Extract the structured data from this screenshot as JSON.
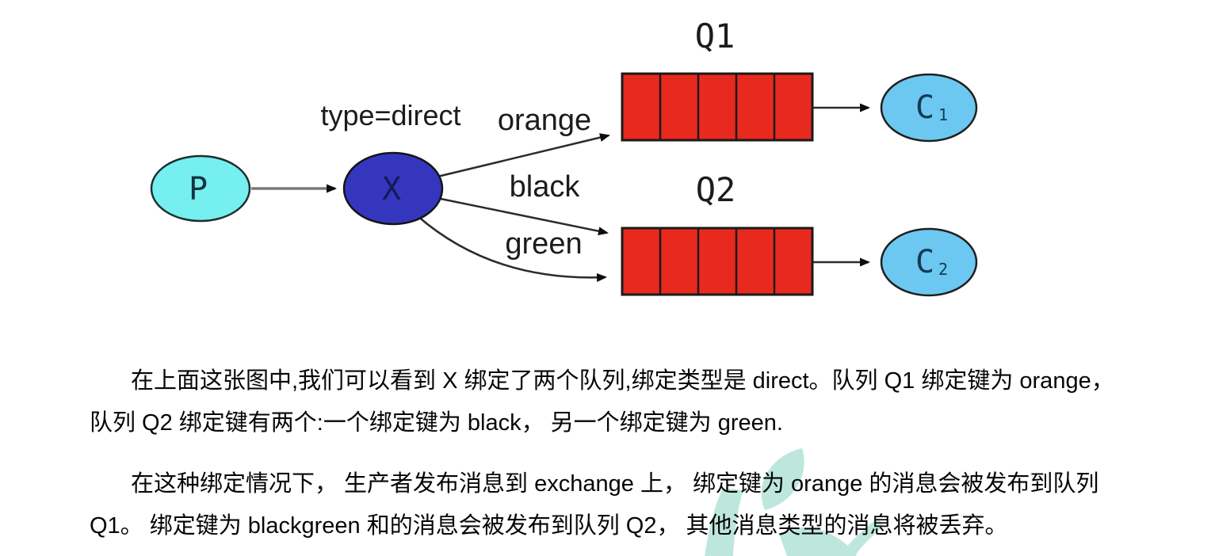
{
  "figure": {
    "producer": {
      "label": "P"
    },
    "exchange": {
      "label": "X",
      "type_label": "type=direct"
    },
    "bindings": {
      "orange": "orange",
      "black": "black",
      "green": "green"
    },
    "queue1": {
      "label": "Q1"
    },
    "queue2": {
      "label": "Q2"
    },
    "consumer1": {
      "label": "C",
      "subscript": "1"
    },
    "consumer2": {
      "label": "C",
      "subscript": "2"
    },
    "colors": {
      "producer_fill": "#75EFEF",
      "exchange_fill": "#3437BE",
      "queue_fill": "#E8291E",
      "consumer_fill": "#6CC8F0",
      "watermark": "#BDE7DD"
    }
  },
  "text": {
    "para1_line1": "在上面这张图中,我们可以看到 X 绑定了两个队列,绑定类型是 direct。队列 Q1 绑定键为 orange，",
    "para1_line2": "队列 Q2 绑定键有两个:一个绑定键为 black， 另一个绑定键为 green.",
    "para2_line1": "在这种绑定情况下， 生产者发布消息到 exchange 上， 绑定键为 orange 的消息会被发布到队列",
    "para2_line2": "Q1。 绑定键为 blackgreen 和的消息会被发布到队列 Q2， 其他消息类型的消息将被丢弃。"
  }
}
